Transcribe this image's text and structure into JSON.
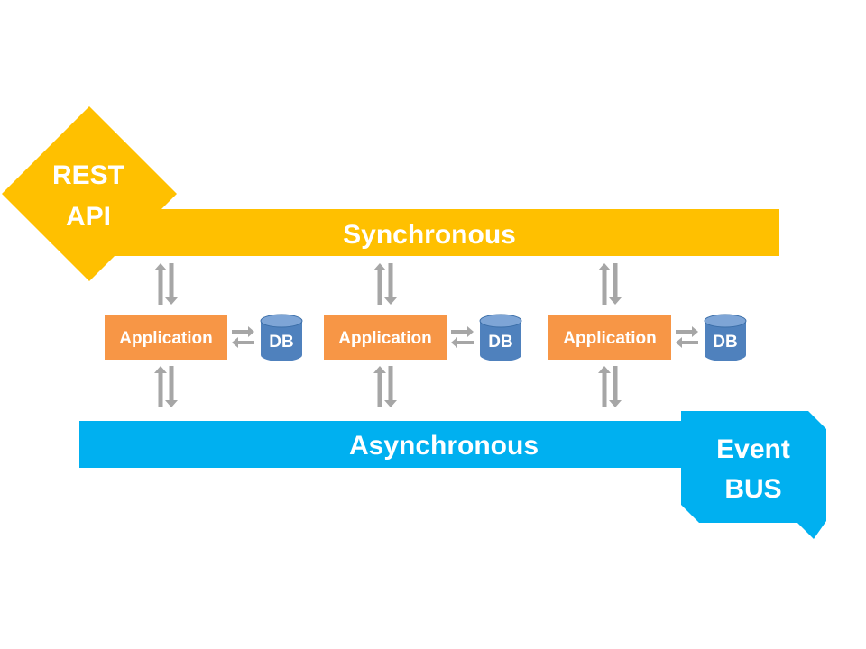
{
  "colors": {
    "sync": "#ffc000",
    "async": "#00b0f0",
    "app": "#f79646",
    "db_body": "#4f81bd",
    "db_top": "#7ea5d6",
    "db_edge": "#3b6ea8",
    "arrow": "#a6a6a6",
    "text": "#ffffff"
  },
  "sync_layer": {
    "badge_line1": "REST",
    "badge_line2": "API",
    "label": "Synchronous"
  },
  "async_layer": {
    "badge_line1": "Event",
    "badge_line2": "BUS",
    "label": "Asynchronous"
  },
  "services": [
    {
      "app_label": "Application",
      "db_label": "DB"
    },
    {
      "app_label": "Application",
      "db_label": "DB"
    },
    {
      "app_label": "Application",
      "db_label": "DB"
    }
  ],
  "icons": {
    "vertical_arrows": "up-down-arrows-icon",
    "horizontal_arrows": "left-right-arrows-icon",
    "database": "database-cylinder-icon"
  }
}
